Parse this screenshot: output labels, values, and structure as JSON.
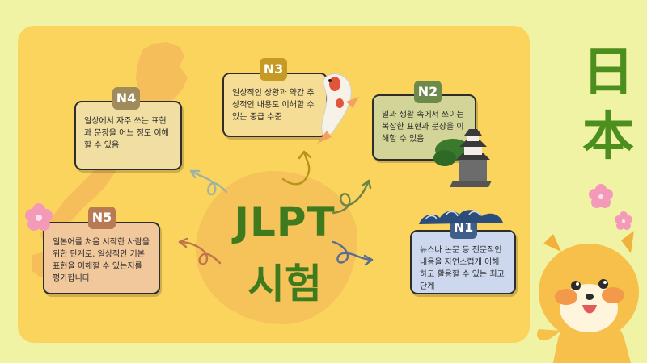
{
  "title": {
    "line1": "JLPT",
    "line2": "시험"
  },
  "side_kanji": [
    "日",
    "本"
  ],
  "colors": {
    "background": "#eff3a3",
    "panel": "#fbd45e",
    "title_green": "#3f7a1e"
  },
  "levels": [
    {
      "key": "n5",
      "badge": "N5",
      "text": "일본어를 처음 시작한 사람을 위한 단계로, 일상적인 기본 표현을 이해할 수 있는지를 평가합니다.",
      "badge_color": "#b77a52",
      "card_color": "#f1c79c"
    },
    {
      "key": "n4",
      "badge": "N4",
      "text": "일상에서 자주 쓰는 표현과 문장을 어느 정도 이해할 수 있음",
      "badge_color": "#a08b5a",
      "card_color": "#f1dea2"
    },
    {
      "key": "n3",
      "badge": "N3",
      "text": "일상적인 상황과 약간 추상적인 내용도 이해할 수 있는 중급 수준",
      "badge_color": "#c79a23",
      "card_color": "#f6dd95"
    },
    {
      "key": "n2",
      "badge": "N2",
      "text": "일과 생활 속에서 쓰이는 복잡한 표현과 문장을 이해할 수 있음",
      "badge_color": "#6d8a4a",
      "card_color": "#d3d598"
    },
    {
      "key": "n1",
      "badge": "N1",
      "text": "뉴스나 논문 등 전문적인 내용을 자연스럽게 이해하고 활용할 수 있는 최고 단계",
      "badge_color": "#3f5f8a",
      "card_color": "#cdd7ee"
    }
  ],
  "decorations": [
    "japan-map-icon",
    "koi-fish-icon",
    "castle-icon",
    "wave-icon",
    "sakura-icon",
    "shiba-dog-icon"
  ]
}
